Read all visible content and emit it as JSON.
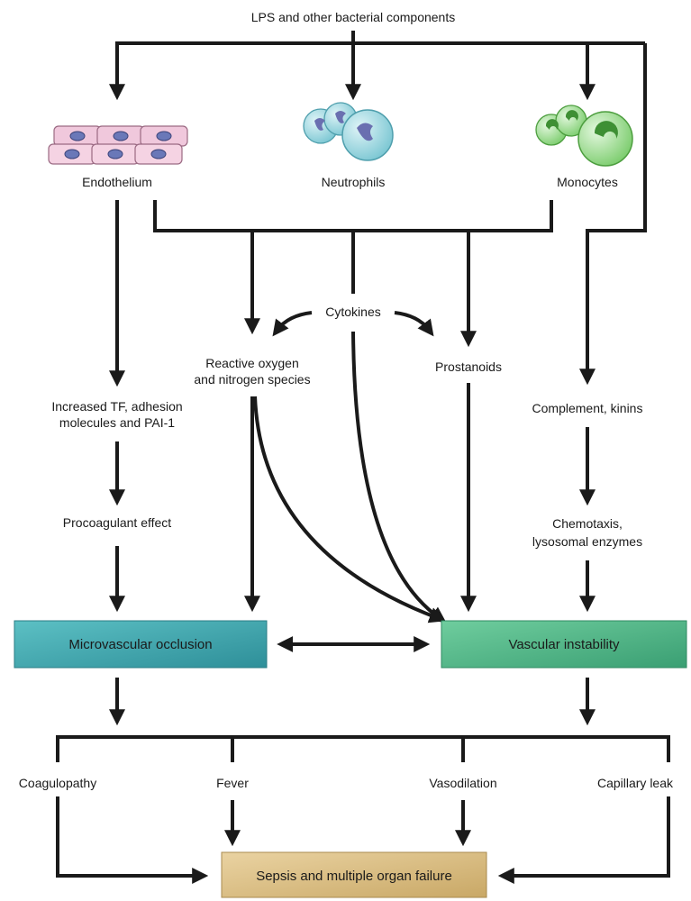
{
  "diagram": {
    "top_source": "LPS and other bacterial components",
    "cells": {
      "endothelium": "Endothelium",
      "neutrophils": "Neutrophils",
      "monocytes": "Monocytes"
    },
    "mediators": {
      "cytokines": "Cytokines",
      "ros_line1": "Reactive oxygen",
      "ros_line2": "and nitrogen species",
      "prostanoids": "Prostanoids",
      "tf_line1": "Increased TF, adhesion",
      "tf_line2": "molecules and PAI-1",
      "procoagulant": "Procoagulant effect",
      "complement": "Complement, kinins",
      "chemo_line1": "Chemotaxis,",
      "chemo_line2": "lysosomal enzymes"
    },
    "boxes": {
      "microvascular": "Microvascular occlusion",
      "vascular": "Vascular instability",
      "sepsis": "Sepsis and multiple organ failure"
    },
    "outcomes": {
      "coagulopathy": "Coagulopathy",
      "fever": "Fever",
      "vasodilation": "Vasodilation",
      "capillary_leak": "Capillary leak"
    },
    "colors": {
      "arrow": "#1a1a1a",
      "microvascular_box": "#3ea7ad",
      "vascular_box": "#4fb889",
      "sepsis_box": "#d8bc84",
      "endothelium_cell": "#f0c8dc",
      "neutrophil_cell": "#8fd3dd",
      "monocyte_cell": "#96dd88"
    }
  }
}
